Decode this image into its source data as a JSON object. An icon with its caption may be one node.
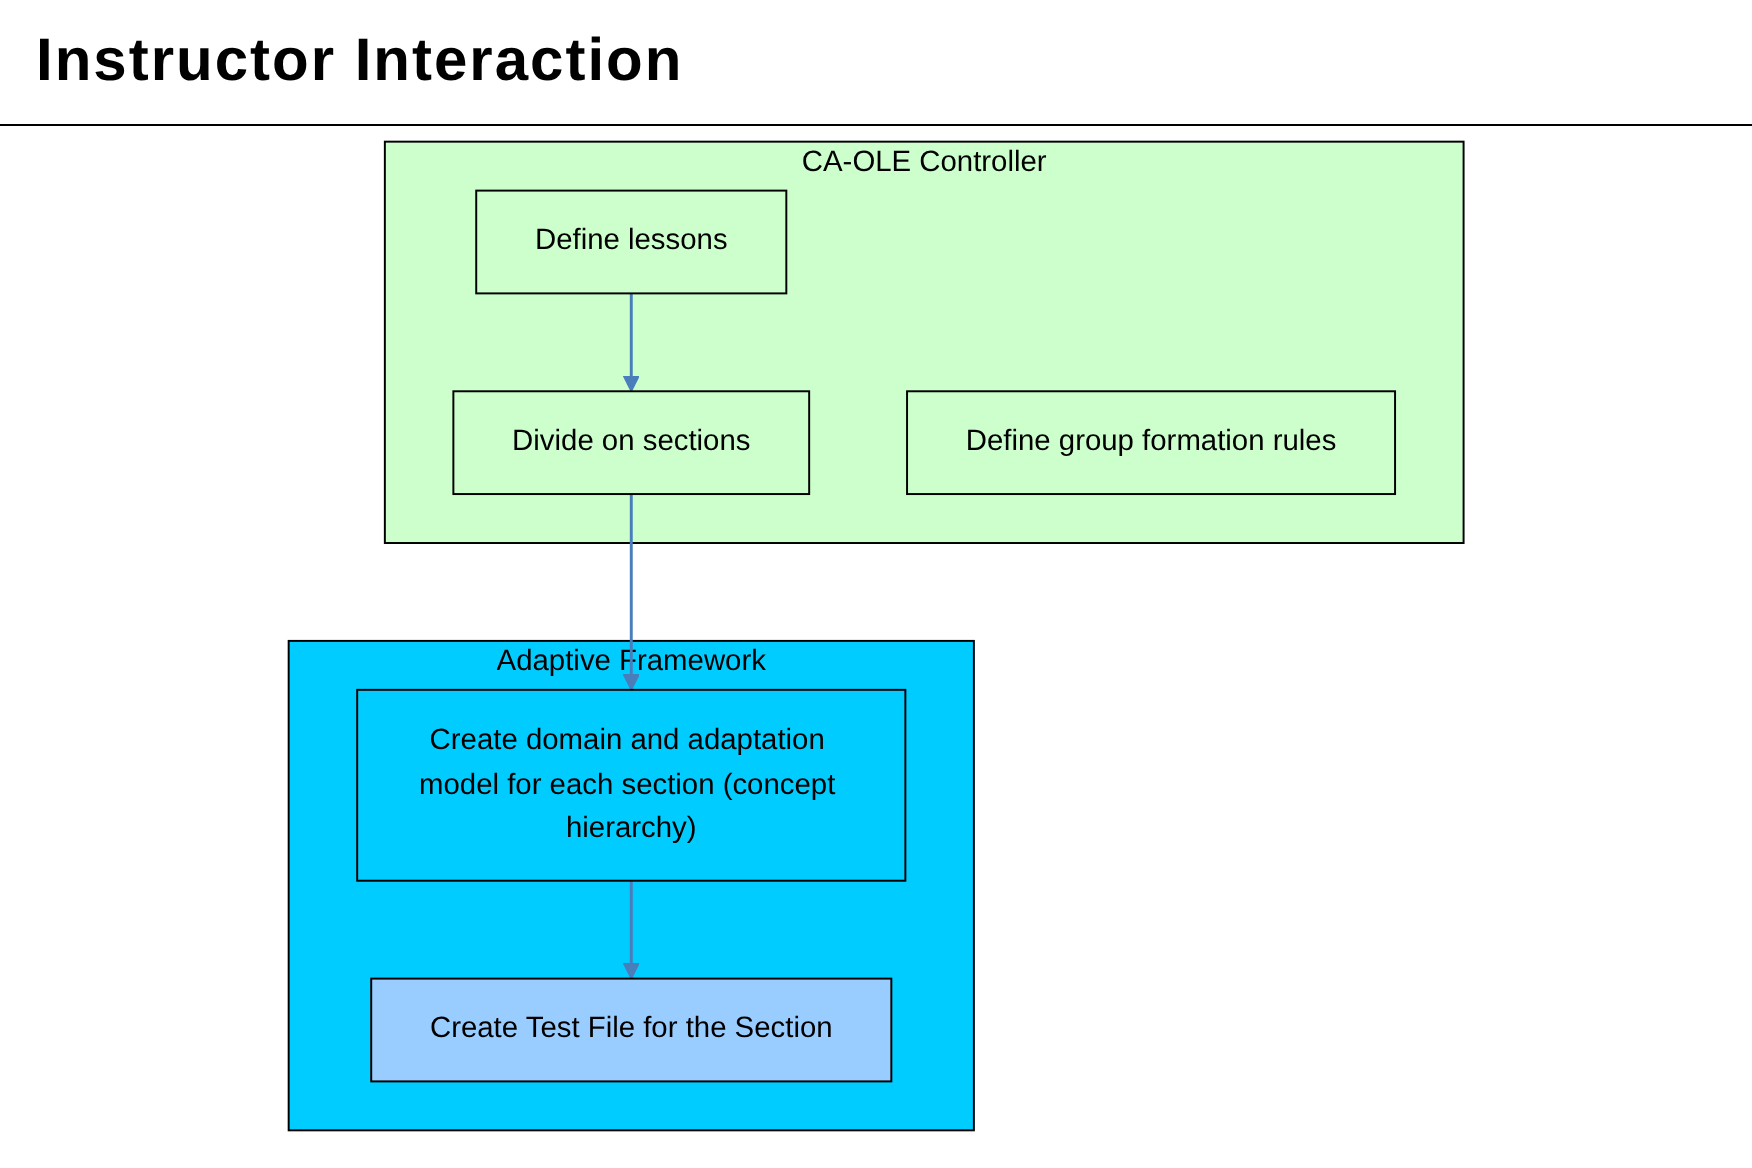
{
  "diagram": {
    "title": "Instructor Interaction",
    "nodes": [
      {
        "text": [
          "CA-OLE Controller"
        ]
      },
      {
        "text": [
          "Define lessons"
        ],
        "in": 0
      },
      {
        "text": [
          "Divide on sections"
        ],
        "in": 0
      },
      {
        "text": [
          "Define group formation rules"
        ],
        "in": 0
      },
      {
        "text": [
          "Adaptive Framework"
        ]
      },
      {
        "text": [
          "Create domain and adaptation model for each section (concept hierarchy)"
        ],
        "in": 4
      },
      {
        "text": [
          "Create Test File for the Section"
        ],
        "in": 4
      }
    ],
    "edges": [
      {
        "from": 1,
        "to": 2,
        "arrow": "to"
      },
      {
        "from": 2,
        "to": 5,
        "arrow": "to"
      },
      {
        "from": 5,
        "to": 6,
        "arrow": "to"
      }
    ]
  }
}
